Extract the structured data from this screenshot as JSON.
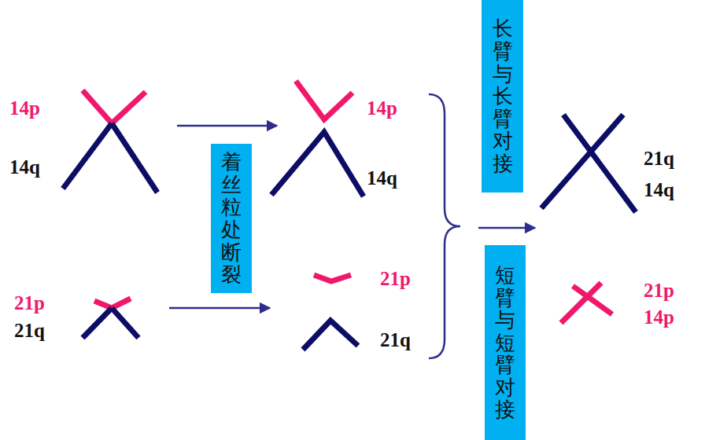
{
  "diagram": {
    "nodes": [
      {
        "text": [
          "着丝粒处断裂"
        ]
      },
      {
        "text": [
          "长臂与长臂对接"
        ]
      },
      {
        "text": [
          "短臂与短臂对接"
        ]
      }
    ],
    "labels": [
      "14p",
      "14q",
      "21p",
      "21q",
      "14p",
      "14q",
      "21p",
      "21q",
      "21q",
      "14q",
      "21p",
      "14p"
    ]
  }
}
